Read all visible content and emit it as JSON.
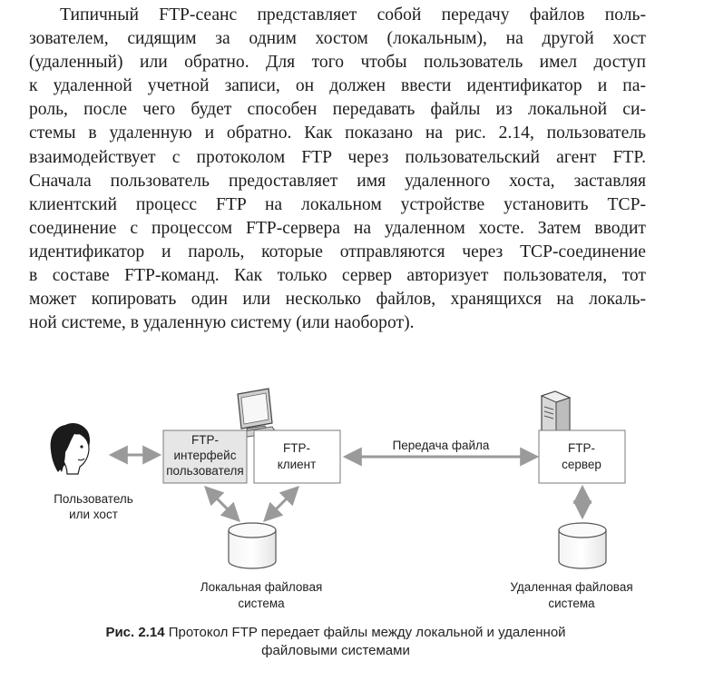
{
  "paragraph": {
    "lines": [
      "Типичный FTP-сеанс представляет собой передачу файлов поль-",
      "зователем, сидящим за одним хостом (локальным), на другой хост",
      "(удаленный) или обратно. Для того чтобы пользователь имел доступ",
      "к удаленной учетной записи, он должен ввести идентификатор и па-",
      "роль, после чего будет способен передавать файлы из локальной си-",
      "стемы в удаленную и обратно. Как показано на рис. 2.14, пользователь",
      "взаимодействует с протоколом FTP через пользовательский агент FTP.",
      "Сначала пользователь предоставляет имя удаленного хоста, заставляя",
      "клиентский процесс FTP на локальном устройстве установить TCP-",
      "соединение с процессом FTP-сервера на удаленном хосте. Затем вводит",
      "идентификатор и пароль, которые отправляются через TCP-соединение",
      "в составе FTP-команд. Как только сервер авторизует пользователя, тот",
      "может копировать один или несколько файлов, хранящихся на локаль-",
      "ной системе, в удаленную систему (или наоборот)."
    ]
  },
  "figure": {
    "user_label_1": "Пользователь",
    "user_label_2": "или хост",
    "ftp_ui_1": "FTP-",
    "ftp_ui_2": "интерфейс",
    "ftp_ui_3": "пользователя",
    "ftp_client_1": "FTP-",
    "ftp_client_2": "клиент",
    "transfer_label": "Передача файла",
    "ftp_server_1": "FTP-",
    "ftp_server_2": "сервер",
    "local_fs_1": "Локальная файловая",
    "local_fs_2": "система",
    "remote_fs_1": "Удаленная файловая",
    "remote_fs_2": "система"
  },
  "caption": {
    "label": "Рис. 2.14",
    "text_line1": " Протокол FTP передает файлы между локальной и удаленной",
    "text_line2": "файловыми системами"
  }
}
